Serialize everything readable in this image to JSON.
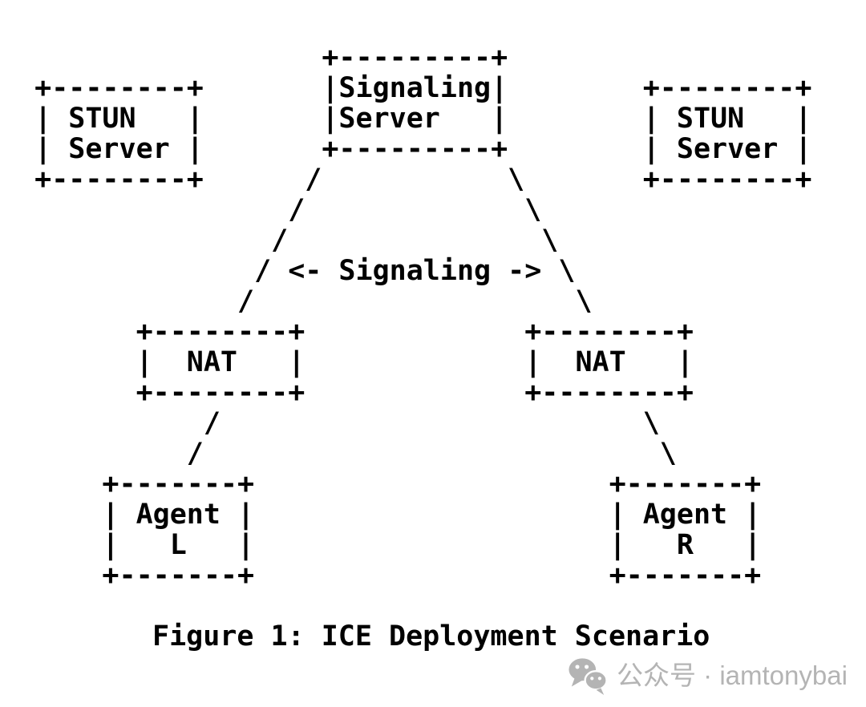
{
  "page": {
    "background": "#ffffff",
    "text_color": "#000000"
  },
  "diagram": {
    "text": "                   +---------+\n  +--------+       |Signaling|        +--------+\n  | STUN   |       |Server   |        | STUN   |\n  | Server |       +---------+        | Server |\n  +--------+      /           \\       +--------+\n                 /             \\\n                /               \\\n               / <- Signaling -> \\\n              /                   \\\n        +--------+             +--------+\n        |  NAT   |             |  NAT   |\n        +--------+             +--------+\n            /                         \\\n           /                           \\\n      +-------+                     +-------+\n      | Agent |                     | Agent |\n      |   L   |                     |   R   |\n      +-------+                     +-------+",
    "caption": "Figure 1: ICE Deployment Scenario",
    "node_labels": [
      "Signaling Server",
      "STUN Server",
      "STUN Server",
      "NAT",
      "NAT",
      "Agent L",
      "Agent R"
    ],
    "edge_label": "<- Signaling ->"
  },
  "watermark": {
    "icon": "wechat-icon",
    "text": "公众号 · iamtonybai",
    "color": "#b4b4b4"
  }
}
